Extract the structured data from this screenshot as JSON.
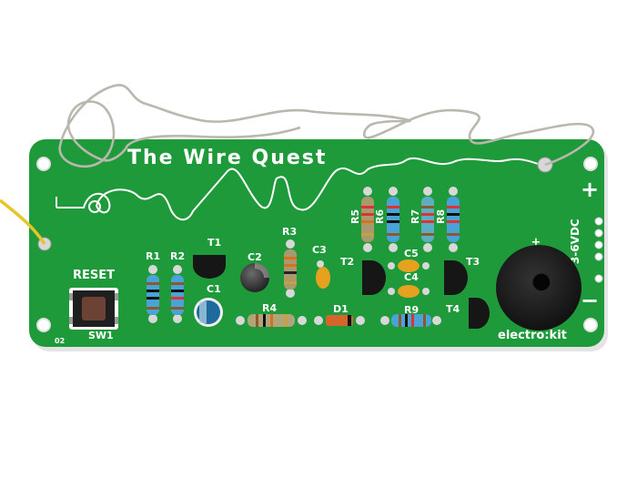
{
  "board": {
    "title": "The Wire Quest",
    "brand": "electro:kit",
    "version": "02",
    "power_label": "3-6VDC",
    "plus_sign": "+",
    "minus_sign": "−",
    "buzzer_plus": "+",
    "colors": {
      "pcb": "#1f9a3a",
      "pcb_edge": "#168a30",
      "silk": "#ffffff",
      "wire": "#b9b7ae",
      "pad": "#d8d8d8"
    }
  },
  "reset": {
    "label": "RESET",
    "switch_label": "SW1"
  },
  "components": {
    "r1": "R1",
    "r2": "R2",
    "r3": "R3",
    "r4": "R4",
    "r5": "R5",
    "r6": "R6",
    "r7": "R7",
    "r8": "R8",
    "r9": "R9",
    "c1": "C1",
    "c2": "C2",
    "c3": "C3",
    "c4": "C4",
    "c5": "C5",
    "t1": "T1",
    "t2": "T2",
    "t3": "T3",
    "t4": "T4",
    "d1": "D1"
  }
}
